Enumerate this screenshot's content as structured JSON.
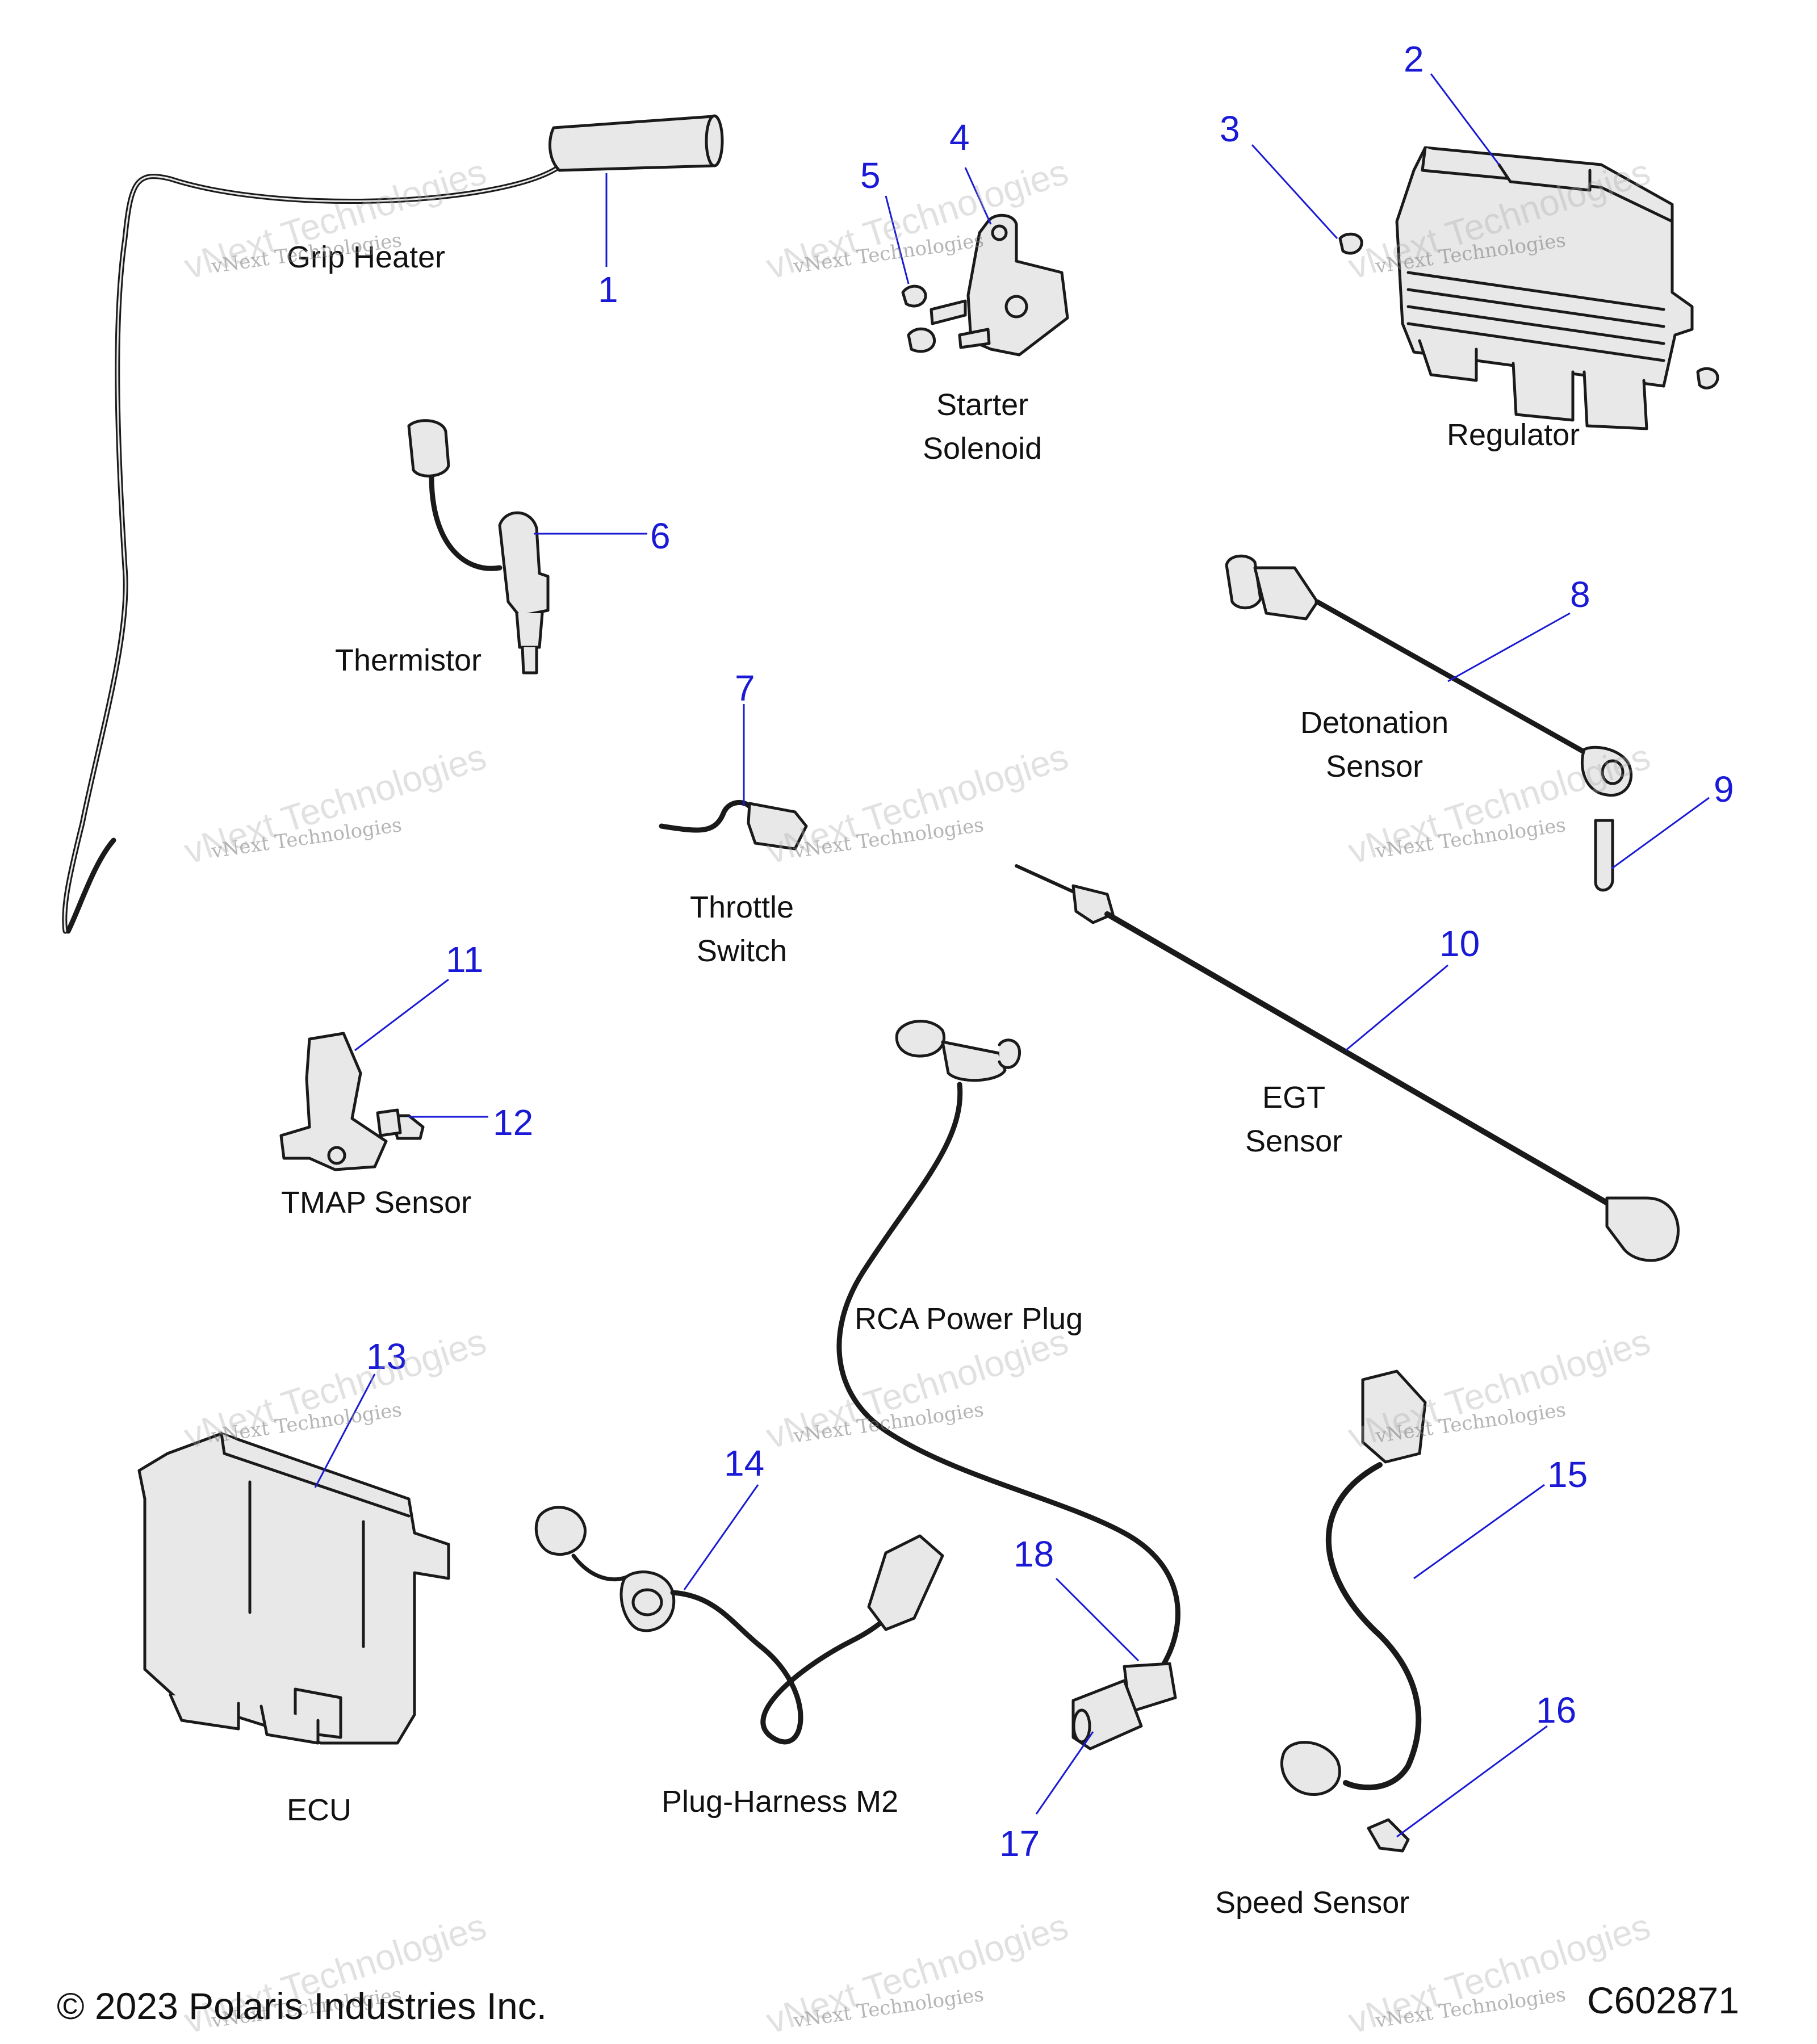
{
  "parts": [
    {
      "number": "1",
      "name": "Grip Heater"
    },
    {
      "number": "2",
      "name": "Regulator"
    },
    {
      "number": "3",
      "name": ""
    },
    {
      "number": "4",
      "name": "Starter Solenoid"
    },
    {
      "number": "5",
      "name": ""
    },
    {
      "number": "6",
      "name": "Thermistor"
    },
    {
      "number": "7",
      "name": "Throttle Switch"
    },
    {
      "number": "8",
      "name": "Detonation Sensor"
    },
    {
      "number": "9",
      "name": ""
    },
    {
      "number": "10",
      "name": "EGT Sensor"
    },
    {
      "number": "11",
      "name": "TMAP Sensor"
    },
    {
      "number": "12",
      "name": ""
    },
    {
      "number": "13",
      "name": "ECU"
    },
    {
      "number": "14",
      "name": "Plug-Harness M2"
    },
    {
      "number": "15",
      "name": "Speed Sensor"
    },
    {
      "number": "16",
      "name": ""
    },
    {
      "number": "17",
      "name": ""
    },
    {
      "number": "18",
      "name": "RCA Power Plug"
    }
  ],
  "labels": {
    "grip_heater": "Grip Heater",
    "starter_solenoid_1": "Starter",
    "starter_solenoid_2": "Solenoid",
    "regulator": "Regulator",
    "thermistor": "Thermistor",
    "detonation_1": "Detonation",
    "detonation_2": "Sensor",
    "throttle_1": "Throttle",
    "throttle_2": "Switch",
    "egt_1": "EGT",
    "egt_2": "Sensor",
    "tmap": "TMAP Sensor",
    "rca": "RCA Power Plug",
    "ecu": "ECU",
    "plug_harness": "Plug-Harness M2",
    "speed_sensor": "Speed Sensor"
  },
  "watermark": {
    "line1": "vNext Technologies",
    "line2": "vNext Technologies"
  },
  "footer": {
    "copyright": "© 2023 Polaris Industries Inc.",
    "figure_id": "C602871"
  },
  "colors": {
    "callout": "#1a1ad6",
    "label": "#111111",
    "part_fill": "#e6e6e6",
    "part_stroke": "#1a1a1a"
  }
}
